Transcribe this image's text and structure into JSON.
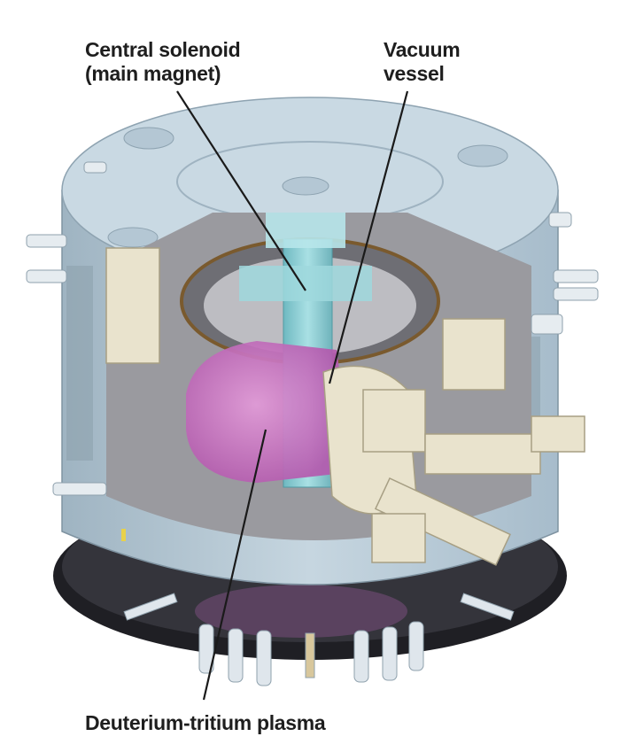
{
  "diagram": {
    "subject": "Tokamak fusion reactor cutaway",
    "labels": [
      {
        "id": "central_solenoid",
        "lines": [
          "Central solenoid",
          "(main magnet)"
        ]
      },
      {
        "id": "vacuum_vessel",
        "lines": [
          "Vacuum",
          "vessel"
        ]
      },
      {
        "id": "plasma",
        "lines": [
          "Deuterium-tritium plasma"
        ]
      }
    ],
    "colors": {
      "cryostat_shell": "#b8ccd8",
      "cryostat_lid": "#c9d9e3",
      "solenoid": "#8fd0d6",
      "vacuum_vessel": "#e8e2cc",
      "plasma": "#c96fc2",
      "base": "#2a2a30",
      "leader_line": "#1a1a1a"
    }
  }
}
